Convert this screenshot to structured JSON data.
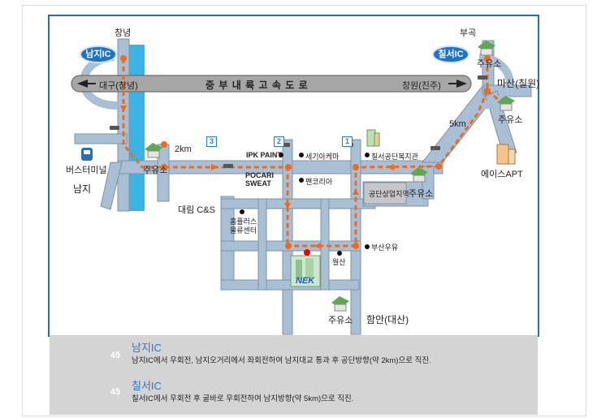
{
  "map": {
    "highway_name": "중 부 내 륙 고 속 도 로",
    "west_direction": "대구(창녕)",
    "east_direction": "창원(진주)",
    "places": {
      "changnyeong": "창녕",
      "bugok": "부곡",
      "masan": "마산(칠원)",
      "namji": "남지",
      "bus_terminal": "버스터미널",
      "haman": "함안(대산)",
      "chilseo_welfare": "칠서공단복지관",
      "sega_chemical": "세기아케마",
      "ipk_paint": "IPK PAINT",
      "pocari": "POCARI",
      "sweat": "SWEAT",
      "pan_korea": "팬코리아",
      "daelim": "대림 C&S",
      "homeplus_1": "홈플러스",
      "homeplus_2": "물류센터",
      "busan_milk": "부산우유",
      "wolsan": "월산",
      "gongdan_area": "공단상업지역",
      "ace_apt": "에이스APT",
      "nek": "NEK"
    },
    "gas_station": "주유소",
    "distance_2km": "2km",
    "distance_5km": "5km",
    "ic_namji": "남지IC",
    "ic_chilseo": "칠서IC",
    "markers": [
      "1",
      "2",
      "3"
    ]
  },
  "legend": {
    "shield_number": "45",
    "items": [
      {
        "title": "남지IC",
        "text": "남지IC에서 우회전, 남지오거리에서 좌회전하여 남지대교 통과 후 공단방향(약 2km)으로 직진."
      },
      {
        "title": "칠서IC",
        "text": "칠서IC에서 우회전 후 굴바로 우회전하여 남지방향(약 5km)으로 직진."
      }
    ]
  },
  "colors": {
    "road": "#a9bfd3",
    "road_edge": "#7d93a8",
    "highway": "#a6a6a6",
    "route": "#ef6a1f",
    "river": "#39b3e6",
    "frame": "#2a6fb0",
    "legend_bg": "#d4d4d4"
  }
}
